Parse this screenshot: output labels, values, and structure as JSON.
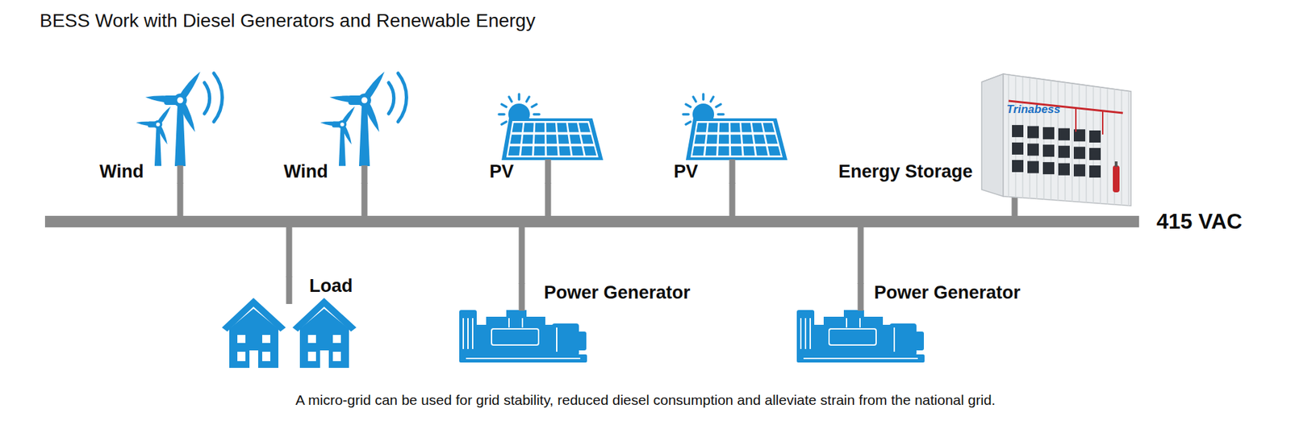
{
  "diagram": {
    "title": "BESS Work with Diesel Generators and Renewable Energy",
    "caption": "A micro-grid can be used for grid stability, reduced diesel consumption and alleviate strain from the national grid.",
    "nodes": [
      {
        "text": [
          "Wind"
        ]
      },
      {
        "text": [
          "Wind"
        ]
      },
      {
        "text": [
          "PV"
        ]
      },
      {
        "text": [
          "PV"
        ]
      },
      {
        "text": [
          "Energy Storage"
        ]
      },
      {
        "text": [
          "415 VAC"
        ]
      },
      {
        "text": [
          "Load"
        ]
      },
      {
        "text": [
          "Power Generator"
        ]
      },
      {
        "text": [
          "Power Generator"
        ]
      }
    ],
    "edges": [
      {
        "from": 0,
        "to": 5,
        "arrow": "none"
      },
      {
        "from": 1,
        "to": 5,
        "arrow": "none"
      },
      {
        "from": 2,
        "to": 5,
        "arrow": "none"
      },
      {
        "from": 3,
        "to": 5,
        "arrow": "none"
      },
      {
        "from": 4,
        "to": 5,
        "arrow": "none"
      },
      {
        "from": 6,
        "to": 5,
        "arrow": "none"
      },
      {
        "from": 7,
        "to": 5,
        "arrow": "none"
      },
      {
        "from": 8,
        "to": 5,
        "arrow": "none"
      }
    ],
    "labels": [
      "Trinabess"
    ]
  }
}
